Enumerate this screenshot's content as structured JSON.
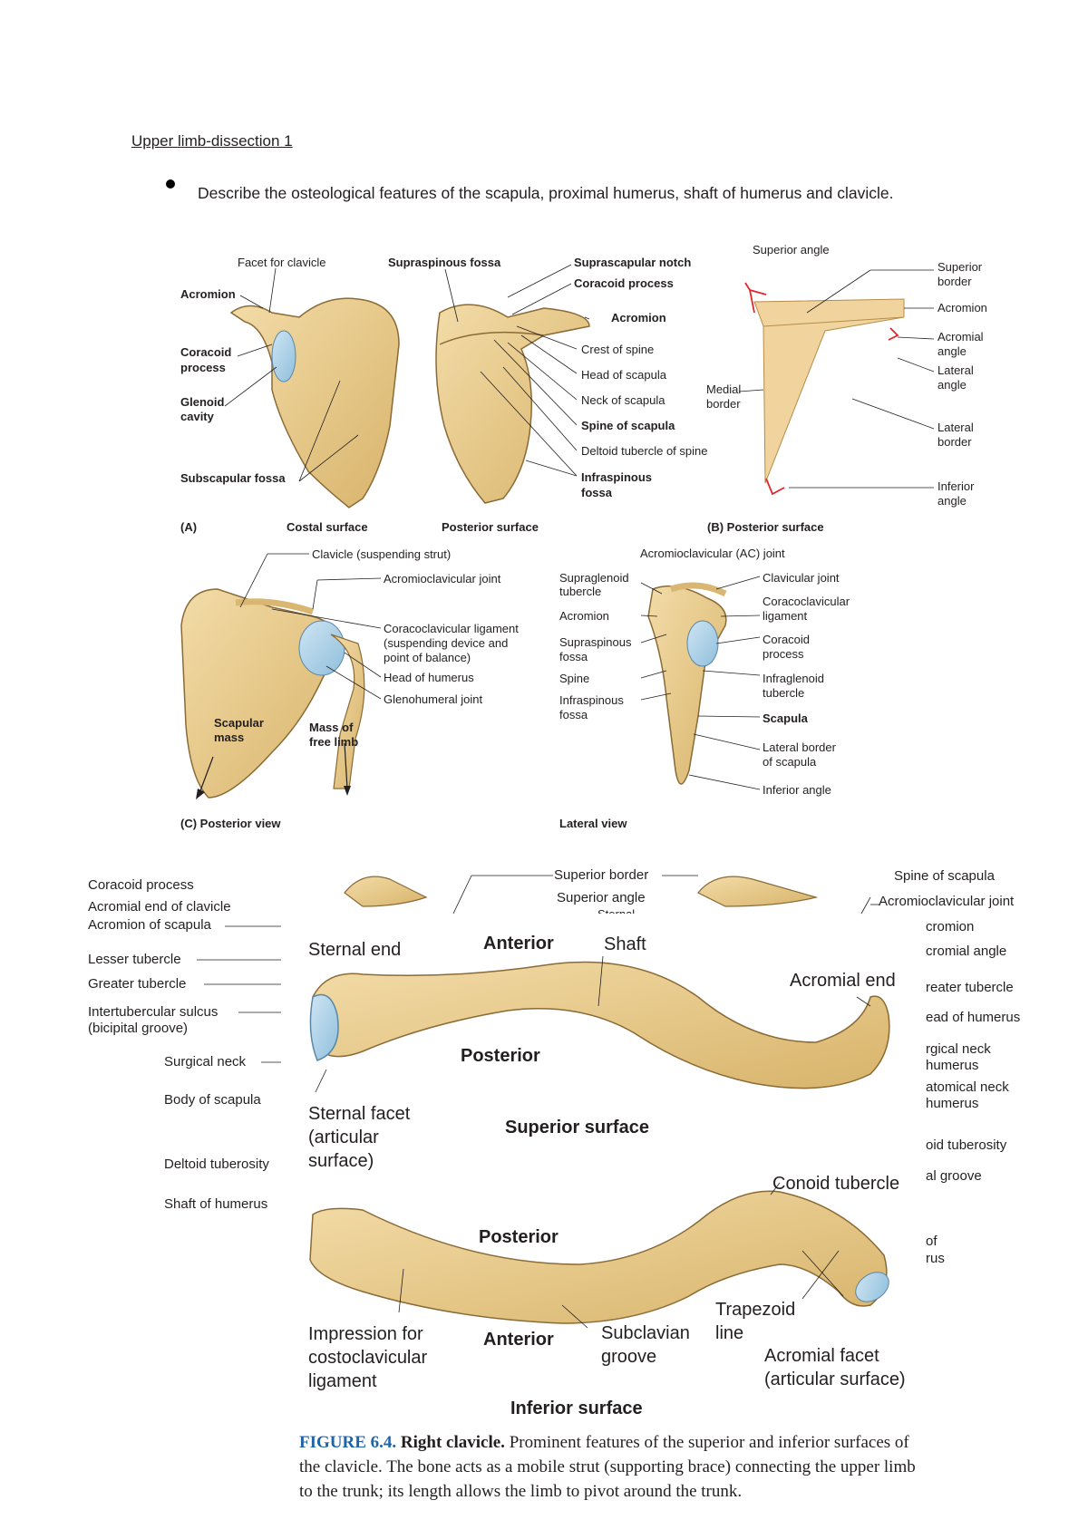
{
  "heading": "Upper limb-dissection 1 ",
  "bullet": "Describe the osteological features of the scapula, proximal humerus, shaft of humerus and clavicle.",
  "figA": {
    "facet_for_clavicle": "Facet for clavicle",
    "acromion": "Acromion",
    "coracoid_process_1": "Coracoid",
    "coracoid_process_2": "process",
    "glenoid_1": "Glenoid",
    "glenoid_2": "cavity",
    "subscapular_fossa": "Subscapular fossa",
    "supraspinous_fossa": "Supraspinous fossa",
    "suprascapular_notch": "Suprascapular notch",
    "coracoid_process_right": "Coracoid process",
    "acromion_right": "Acromion",
    "crest_of_spine": "Crest of spine",
    "head_of_scapula": "Head of scapula",
    "neck_of_scapula": "Neck of scapula",
    "spine_of_scapula": "Spine of scapula",
    "deltoid_tubercle": "Deltoid tubercle of spine",
    "infraspinous_1": "Infraspinous",
    "infraspinous_2": "fossa",
    "panel_label": "(A)",
    "costal_surface": "Costal surface",
    "posterior_surface": "Posterior surface"
  },
  "figB": {
    "superior_angle": "Superior angle",
    "superior_border_1": "Superior",
    "superior_border_2": "border",
    "acromion": "Acromion",
    "acromial_angle_1": "Acromial",
    "acromial_angle_2": "angle",
    "lateral_angle_1": "Lateral",
    "lateral_angle_2": "angle",
    "medial_border_1": "Medial",
    "medial_border_2": "border",
    "lateral_border_1": "Lateral",
    "lateral_border_2": "border",
    "inferior_angle_1": "Inferior",
    "inferior_angle_2": "angle",
    "panel_label": "(B) Posterior surface"
  },
  "figC": {
    "clavicle": "Clavicle (suspending strut)",
    "ac_joint": "Acromioclavicular joint",
    "cc_ligament_1": "Coracoclavicular ligament",
    "cc_ligament_2": "(suspending device and",
    "cc_ligament_3": "point of balance)",
    "head_of_humerus": "Head of humerus",
    "glenohumeral": "Glenohumeral joint",
    "scapular_mass_1": "Scapular",
    "scapular_mass_2": "mass",
    "mass_free_limb_1": "Mass of",
    "mass_free_limb_2": "free limb",
    "panel_label": "(C) Posterior view"
  },
  "figLateral": {
    "ac_joint": "Acromioclavicular (AC) joint",
    "supraglenoid_1": "Supraglenoid",
    "supraglenoid_2": "tubercle",
    "acromion": "Acromion",
    "supraspinous_1": "Supraspinous",
    "supraspinous_2": "fossa",
    "spine": "Spine",
    "infraspinous_1": "Infraspinous",
    "infraspinous_2": "fossa",
    "clavicular_joint": "Clavicular joint",
    "cc_ligament_1": "Coracoclavicular",
    "cc_ligament_2": "ligament",
    "coracoid_1": "Coracoid",
    "coracoid_2": "process",
    "infraglenoid_1": "Infraglenoid",
    "infraglenoid_2": "tubercle",
    "scapula": "Scapula",
    "lateral_border_1": "Lateral border",
    "lateral_border_2": "of scapula",
    "inferior_angle": "Inferior angle",
    "panel_label": "Lateral view"
  },
  "humerusFig": {
    "coracoid_process": "Coracoid process",
    "acromial_end": "Acromial end of clavicle",
    "acromion_of_scapula": "Acromion of scapula",
    "lesser_tubercle": "Lesser tubercle",
    "greater_tubercle": "Greater tubercle",
    "intertubercular_1": "Intertubercular sulcus",
    "intertubercular_2": "(bicipital groove)",
    "surgical_neck": "Surgical neck",
    "body_of_scapula": "Body of scapula",
    "deltoid_tuberosity": "Deltoid tuberosity",
    "shaft_of_humerus": "Shaft of humerus",
    "superior_border": "Superior border",
    "superior_angle": "Superior angle",
    "sternal_cut": "Sternal",
    "spine_of_scapula": "Spine of scapula",
    "ac_joint": "Acromioclavicular joint",
    "r_acromion": "cromion",
    "r_acromial_angle": "cromial angle",
    "r_greater_tubercle": "reater tubercle",
    "r_head": "ead of humerus",
    "r_surgical_1": "rgical neck",
    "r_surgical_2": "humerus",
    "r_anatomical_1": "atomical neck",
    "r_anatomical_2": "humerus",
    "r_deltoid": "oid tuberosity",
    "r_radial": "al groove",
    "r_of": "of",
    "r_rus": "rus"
  },
  "clavicle": {
    "sternal_end": "Sternal end",
    "anterior_top": "Anterior",
    "shaft": "Shaft",
    "acromial_end": "Acromial end",
    "posterior_top": "Posterior",
    "sternal_facet_1": "Sternal facet",
    "sternal_facet_2": "(articular",
    "sternal_facet_3": "surface)",
    "superior_surface": "Superior surface",
    "conoid_tubercle": "Conoid tubercle",
    "posterior_bottom": "Posterior",
    "trapezoid_1": "Trapezoid",
    "trapezoid_2": "line",
    "impression_1": "Impression for",
    "impression_2": "costoclavicular",
    "impression_3": "ligament",
    "anterior_bottom": "Anterior",
    "subclavian_1": "Subclavian",
    "subclavian_2": "groove",
    "acromial_facet_1": "Acromial facet",
    "acromial_facet_2": "(articular surface)",
    "inferior_surface": "Inferior surface"
  },
  "caption": {
    "figure_number": "FIGURE 6.4.",
    "title": "Right clavicle.",
    "text": "Prominent features of the superior and inferior surfaces of the clavicle. The bone acts as a mobile strut (supporting brace) connecting the upper limb to the trunk; its length allows the limb to pivot around the trunk."
  },
  "colors": {
    "bone": "#edd39a",
    "bone_shade": "#d9b772",
    "cartilage": "#a8cfe6",
    "annotation_red": "#e0262b",
    "figure_blue": "#1f63a8"
  }
}
